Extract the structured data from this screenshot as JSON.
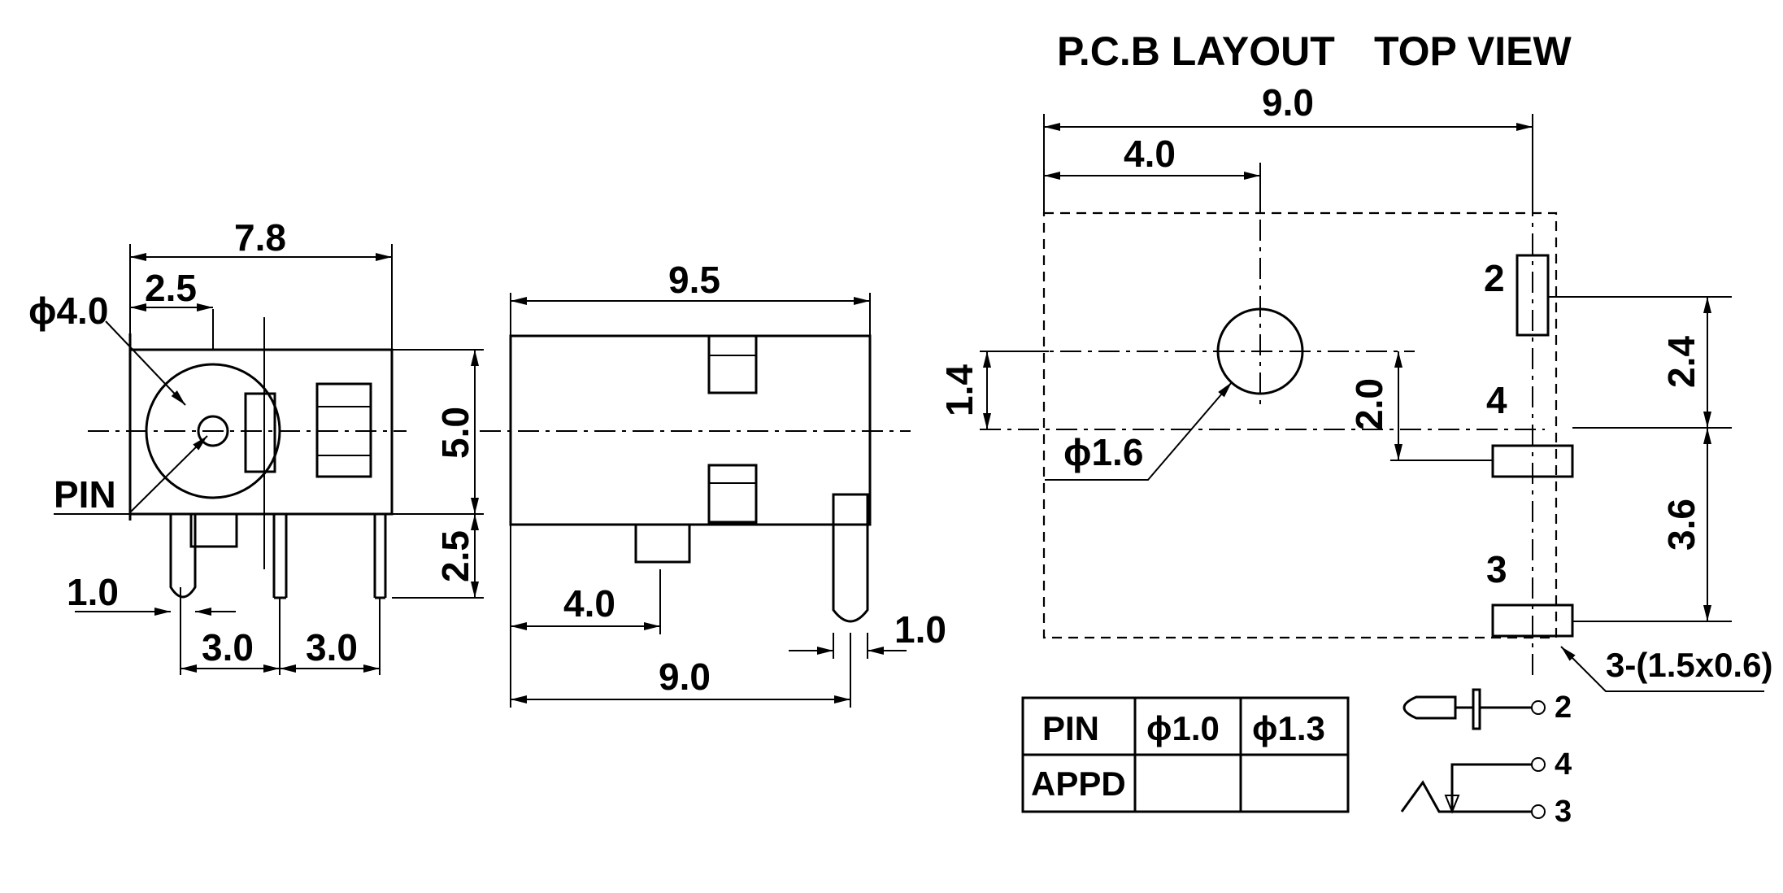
{
  "titles": {
    "pcb_layout": "P.C.B LAYOUT",
    "top_view": "TOP VIEW"
  },
  "front_view": {
    "dim_width": "7.8",
    "dim_center_offset": "2.5",
    "dim_hole_diameter": "ϕ4.0",
    "pin_label": "PIN",
    "dim_height": "5.0",
    "dim_pin_length": "2.5",
    "dim_pin_width": "1.0",
    "dim_pitch_left": "3.0",
    "dim_pitch_right": "3.0"
  },
  "side_view": {
    "dim_length": "9.5",
    "dim_pin_offset": "4.0",
    "dim_pin_span": "9.0",
    "dim_pin_width": "1.0"
  },
  "pcb_layout": {
    "dim_total_width": "9.0",
    "dim_hole_offset": "4.0",
    "dim_hole_vertical": "1.4",
    "dim_pin_vertical": "2.0",
    "dim_hole_diameter": "ϕ1.6",
    "dim_upper_spacing": "2.4",
    "dim_lower_spacing": "3.6",
    "pad_note": "3-(1.5x0.6)",
    "pin_numbers": [
      "2",
      "4",
      "3"
    ]
  },
  "table": {
    "header": [
      "PIN",
      "ϕ1.0",
      "ϕ1.3"
    ],
    "row_label": "APPD"
  },
  "schematic": {
    "terminals": [
      "2",
      "4",
      "3"
    ]
  }
}
